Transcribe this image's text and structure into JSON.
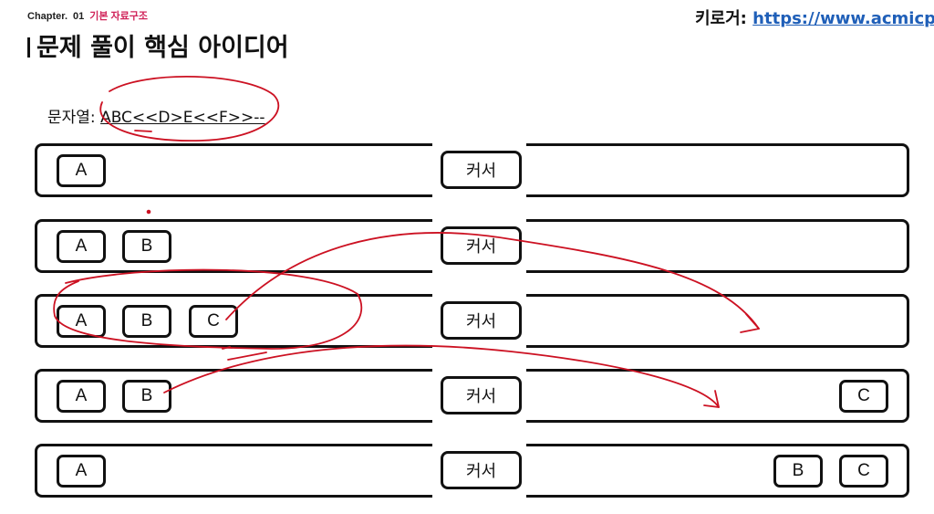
{
  "header": {
    "chapter_label": "Chapter.",
    "chapter_number": "01",
    "chapter_topic": "기본 자료구조",
    "keyword_label": "키로거:",
    "keyword_url": "https://www.acmicpc.n"
  },
  "title": "문제 풀이 핵심 아이디어",
  "input_string": {
    "label": "문자열:",
    "value": "ABC<<D>E<<F>>--"
  },
  "cursor_label": "커서",
  "steps": [
    {
      "left": [
        "A"
      ],
      "right": []
    },
    {
      "left": [
        "A",
        "B"
      ],
      "right": []
    },
    {
      "left": [
        "A",
        "B",
        "C"
      ],
      "right": []
    },
    {
      "left": [
        "A",
        "B"
      ],
      "right": [
        "C"
      ]
    },
    {
      "left": [
        "A"
      ],
      "right": [
        "B",
        "C"
      ]
    }
  ],
  "annotation_color": "#cc1122"
}
